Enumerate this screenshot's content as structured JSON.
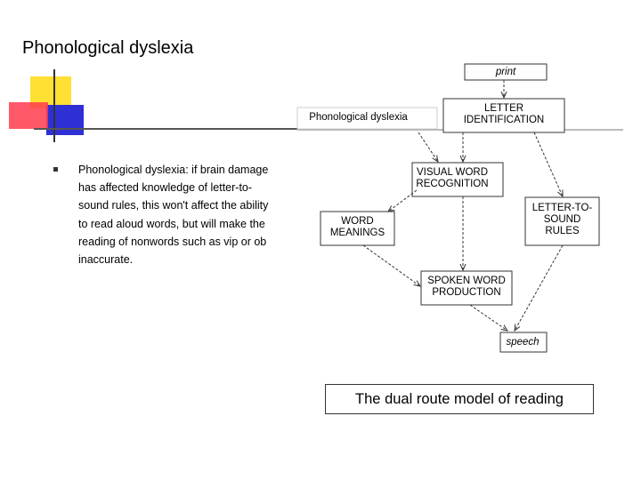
{
  "slide": {
    "title": "Phonological dyslexia",
    "bullet": "Phonological dyslexia: if brain damage has affected knowledge of letter-to-sound rules, this won't affect the ability to read aloud words, but will make the reading of nonwords such as vip or ob inaccurate."
  },
  "diagram": {
    "header_label": "Phonological dyslexia",
    "nodes": {
      "print": "print",
      "letter_identification": "LETTER\nIDENTIFICATION",
      "visual_word_recognition": "VISUAL WORD\nRECOGNITION",
      "word_meanings": "WORD\nMEANINGS",
      "letter_to_sound_rules": "LETTER-TO-\nSOUND\nRULES",
      "spoken_word_production": "SPOKEN WORD\nPRODUCTION",
      "speech": "speech"
    },
    "caption": "The dual route model of reading"
  },
  "colors": {
    "deco_yellow": "#ffe033",
    "deco_red": "#ff3b4e",
    "deco_blue": "#2f2fd6"
  }
}
